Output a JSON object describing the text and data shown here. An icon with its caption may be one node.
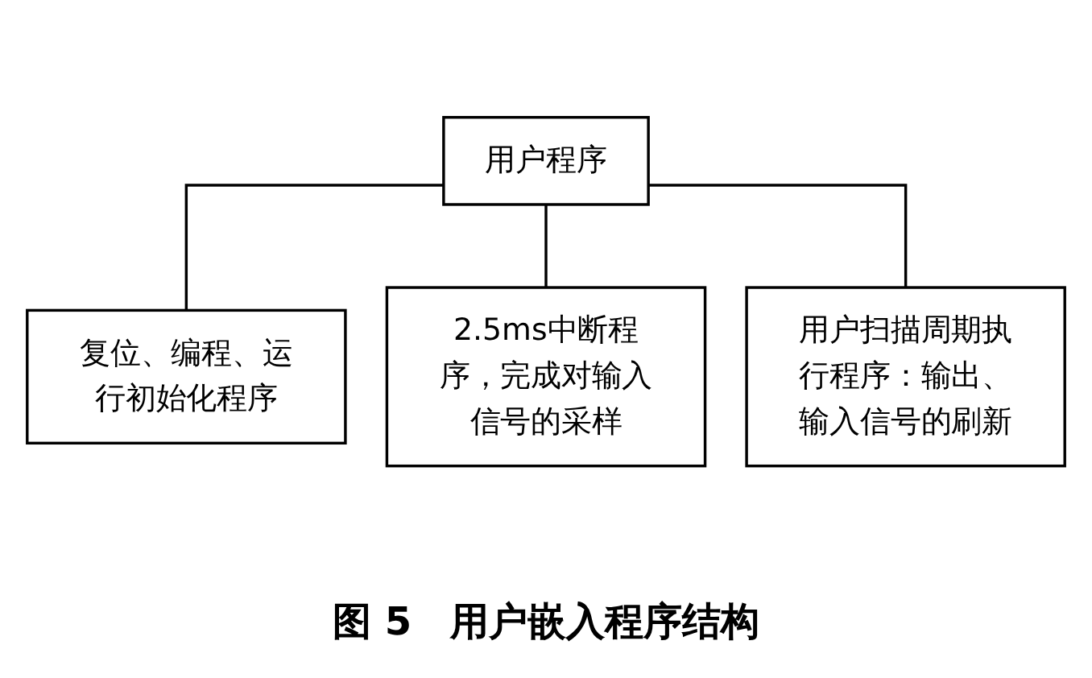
{
  "diagram": {
    "caption": "图 5　用户嵌入程序结构",
    "nodes": [
      {
        "text": [
          "用户程序"
        ]
      },
      {
        "text": [
          "复位、编程、运行初始化程序"
        ]
      },
      {
        "text": [
          "2.5ms中断程序，完成对输入信号的采样"
        ]
      },
      {
        "text": [
          "用户扫描周期执行程序：输出、输入信号的刷新"
        ]
      }
    ],
    "edges": [
      {
        "from": 0,
        "to": 1,
        "arrow": "none"
      },
      {
        "from": 0,
        "to": 2,
        "arrow": "none"
      },
      {
        "from": 0,
        "to": 3,
        "arrow": "none"
      }
    ]
  }
}
